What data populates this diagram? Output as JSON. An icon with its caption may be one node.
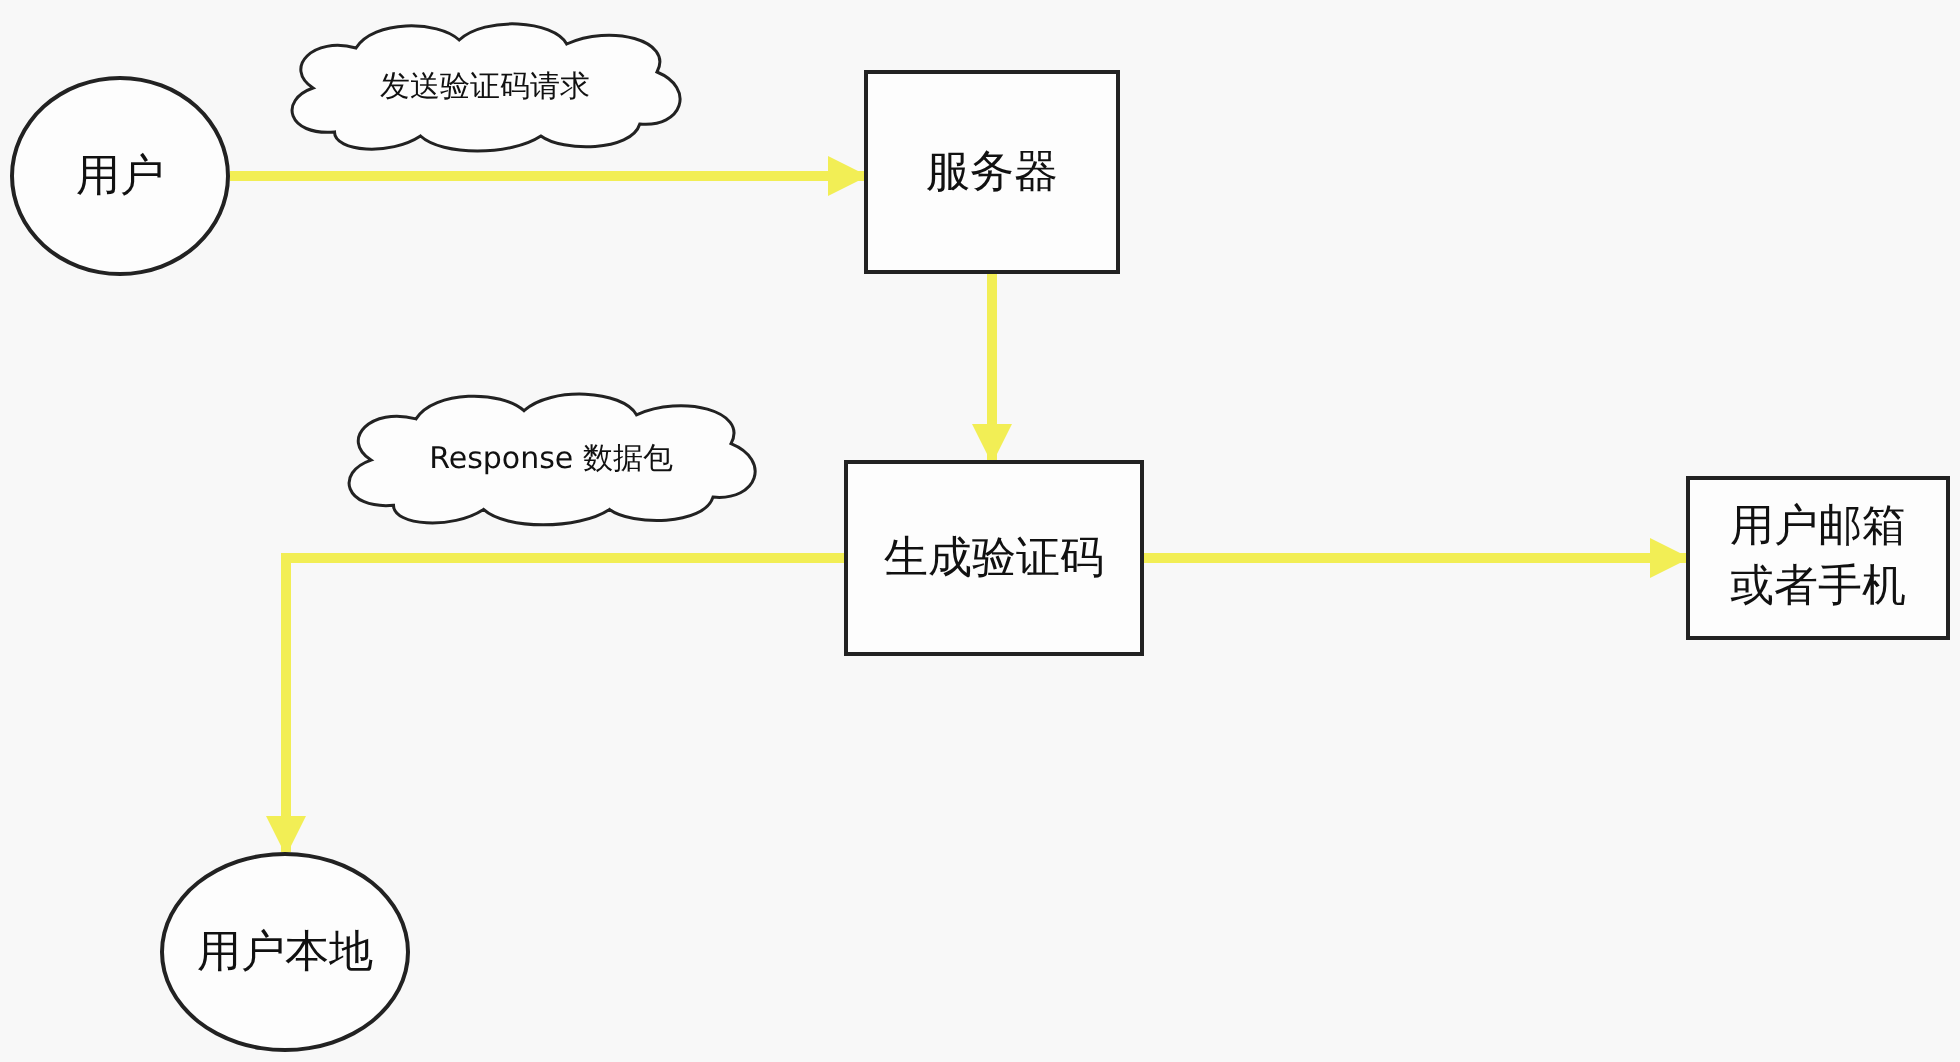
{
  "diagram": {
    "nodes": [
      {
        "text": [
          "用户"
        ]
      },
      {
        "text": [
          "发送验证码请求"
        ]
      },
      {
        "text": [
          "服务器"
        ]
      },
      {
        "text": [
          "Response 数据包"
        ]
      },
      {
        "text": [
          "生成验证码"
        ]
      },
      {
        "text": [
          "用户邮箱或者手机"
        ]
      },
      {
        "text": [
          "用户本地"
        ]
      }
    ],
    "edges": [
      {
        "from": 0,
        "to": 2,
        "arrow": "to"
      },
      {
        "from": 2,
        "to": 4,
        "arrow": "to"
      },
      {
        "from": 4,
        "to": 5,
        "arrow": "to"
      },
      {
        "from": 4,
        "to": 6,
        "arrow": "to"
      }
    ]
  }
}
